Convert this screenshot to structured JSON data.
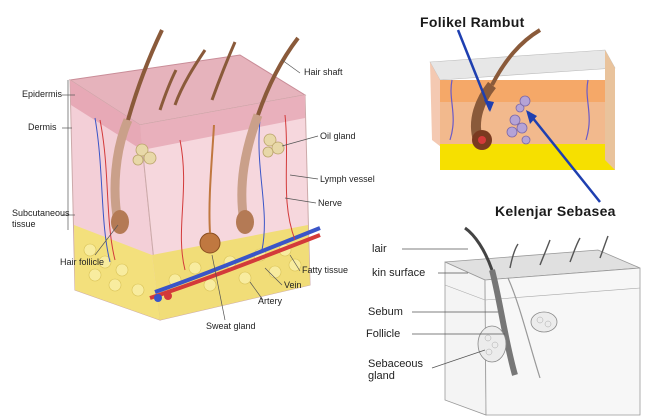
{
  "panel_left": {
    "labels": {
      "epidermis": "Epidermis",
      "dermis": "Dermis",
      "subcutaneous": "Subcutaneous\ntissue",
      "hair_follicle": "Hair follicle",
      "hair_shaft": "Hair shaft",
      "oil_gland": "Oil gland",
      "lymph_vessel": "Lymph vessel",
      "nerve": "Nerve",
      "fatty_tissue": "Fatty tissue",
      "vein": "Vein",
      "artery": "Artery",
      "sweat_gland": "Sweat gland"
    }
  },
  "panel_top_right": {
    "labels": {
      "follicle": "Folikel Rambut",
      "gland": "Kelenjar Sebasea"
    }
  },
  "panel_bottom_right": {
    "labels": {
      "hair": "lair",
      "skin_surface": "kin surface",
      "sebum": "Sebum",
      "follicle": "Follicle",
      "sebaceous_gland": "Sebaceous\ngland"
    }
  },
  "colors": {
    "epidermis": "#e9b7c0",
    "dermis": "#f4d0d8",
    "fat": "#f2e27a",
    "hair": "#8a5a3a",
    "arrow": "#1e3fb0",
    "orange": "#f0a050",
    "yellow": "#f6e000"
  }
}
